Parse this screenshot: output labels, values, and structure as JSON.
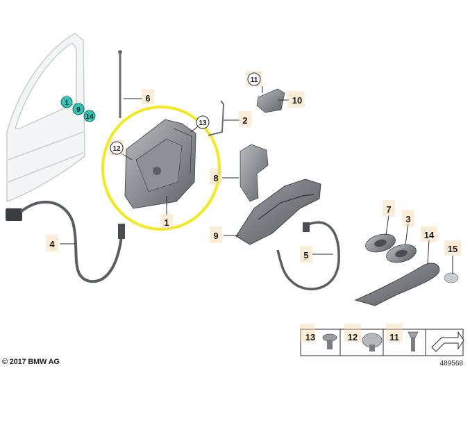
{
  "colors": {
    "highlight_ring": "#f2ea1a",
    "badge_fill": "#2ec4b6",
    "callout_box": "#f6d8a6",
    "part_dark": "#6f7378",
    "part_mid": "#9a9ea3",
    "part_light": "#c9ccd0",
    "door_outline": "#d9dde2"
  },
  "door_badges": [
    "1",
    "9",
    "14"
  ],
  "callouts": {
    "c1": "1",
    "c2": "2",
    "c3": "3",
    "c4": "4",
    "c5": "5",
    "c6": "6",
    "c7": "7",
    "c8": "8",
    "c9": "9",
    "c10": "10",
    "c14": "14",
    "c15": "15"
  },
  "circled": {
    "c11": "11",
    "c12": "12",
    "c13": "13"
  },
  "legend": {
    "items": [
      {
        "number": "13",
        "icon": "flat-head-screw-icon"
      },
      {
        "number": "12",
        "icon": "round-head-screw-icon"
      },
      {
        "number": "11",
        "icon": "countersunk-screw-icon"
      }
    ],
    "drawing_id": "489568"
  },
  "copyright": "© 2017 BMW AG"
}
